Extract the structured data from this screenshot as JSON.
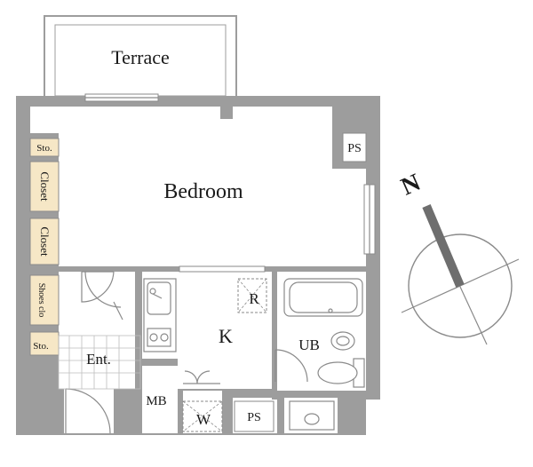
{
  "rooms": {
    "terrace": "Terrace",
    "bedroom": "Bedroom",
    "kitchen": "K",
    "unit_bath": "UB",
    "entrance": "Ent.",
    "meter_box": "MB",
    "pipe_space_top": "PS",
    "pipe_space_bottom": "PS",
    "refrigerator": "R",
    "washer": "W",
    "storage_top": "Sto.",
    "storage_bottom": "Sto.",
    "closet_1": "Closet",
    "closet_2": "Closet",
    "shoes_closet": "Shoes clo"
  },
  "compass": {
    "north_label": "N"
  },
  "colors": {
    "wall": "#9d9d9d",
    "closet": "#f6e7c6",
    "line": "#8a8a8a"
  }
}
